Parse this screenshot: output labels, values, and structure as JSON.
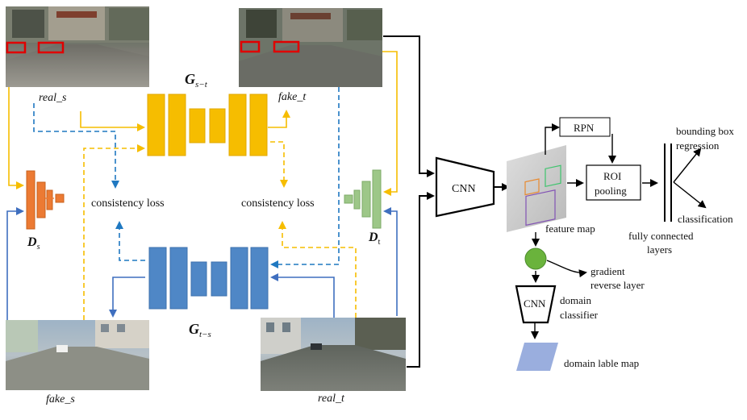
{
  "colors": {
    "gen_s_to_t": "#f6bd00",
    "gen_t_to_s": "#4f87c6",
    "disc_s": "#ec7a33",
    "disc_t": "#9dc788",
    "dashed_blue": "#1f78c1",
    "dashed_orange": "#f6bd00",
    "solid_orange": "#f6bd00",
    "solid_blue": "#3f6fbf",
    "gradient_layer": "#6ab33c",
    "domain_map": "#9aaede"
  },
  "labels": {
    "real_s": "real_s",
    "fake_t": "fake_t",
    "fake_s": "fake_s",
    "real_t": "real_t",
    "g_st_main": "G",
    "g_st_sub": "s−t",
    "g_ts_main": "G",
    "g_ts_sub": "t−s",
    "ds_main": "D",
    "ds_sub": "s",
    "dt_main": "D",
    "dt_sub": "t",
    "consistency_left": "consistency loss",
    "consistency_right": "consistency loss",
    "cnn_main": "CNN",
    "rpn": "RPN",
    "roi_line1": "ROI",
    "roi_line2": "pooling",
    "feature_map": "feature map",
    "bbox_line1": "bounding box",
    "bbox_line2": "regression",
    "classification": "classification",
    "fc_line1": "fully connected",
    "fc_line2": "layers",
    "grl_line1": "gradient",
    "grl_line2": "reverse layer",
    "cnn_small": "CNN",
    "dc_line1": "domain",
    "dc_line2": "classifier",
    "domain_label_map": "domain lable map"
  },
  "icons": {
    "real_s_image": "gta-street-photo",
    "fake_t_image": "gta-street-photo-translated",
    "fake_s_image": "city-street-photo-translated",
    "real_t_image": "city-street-photo",
    "detection_boxes": "red-bounding-boxes"
  }
}
